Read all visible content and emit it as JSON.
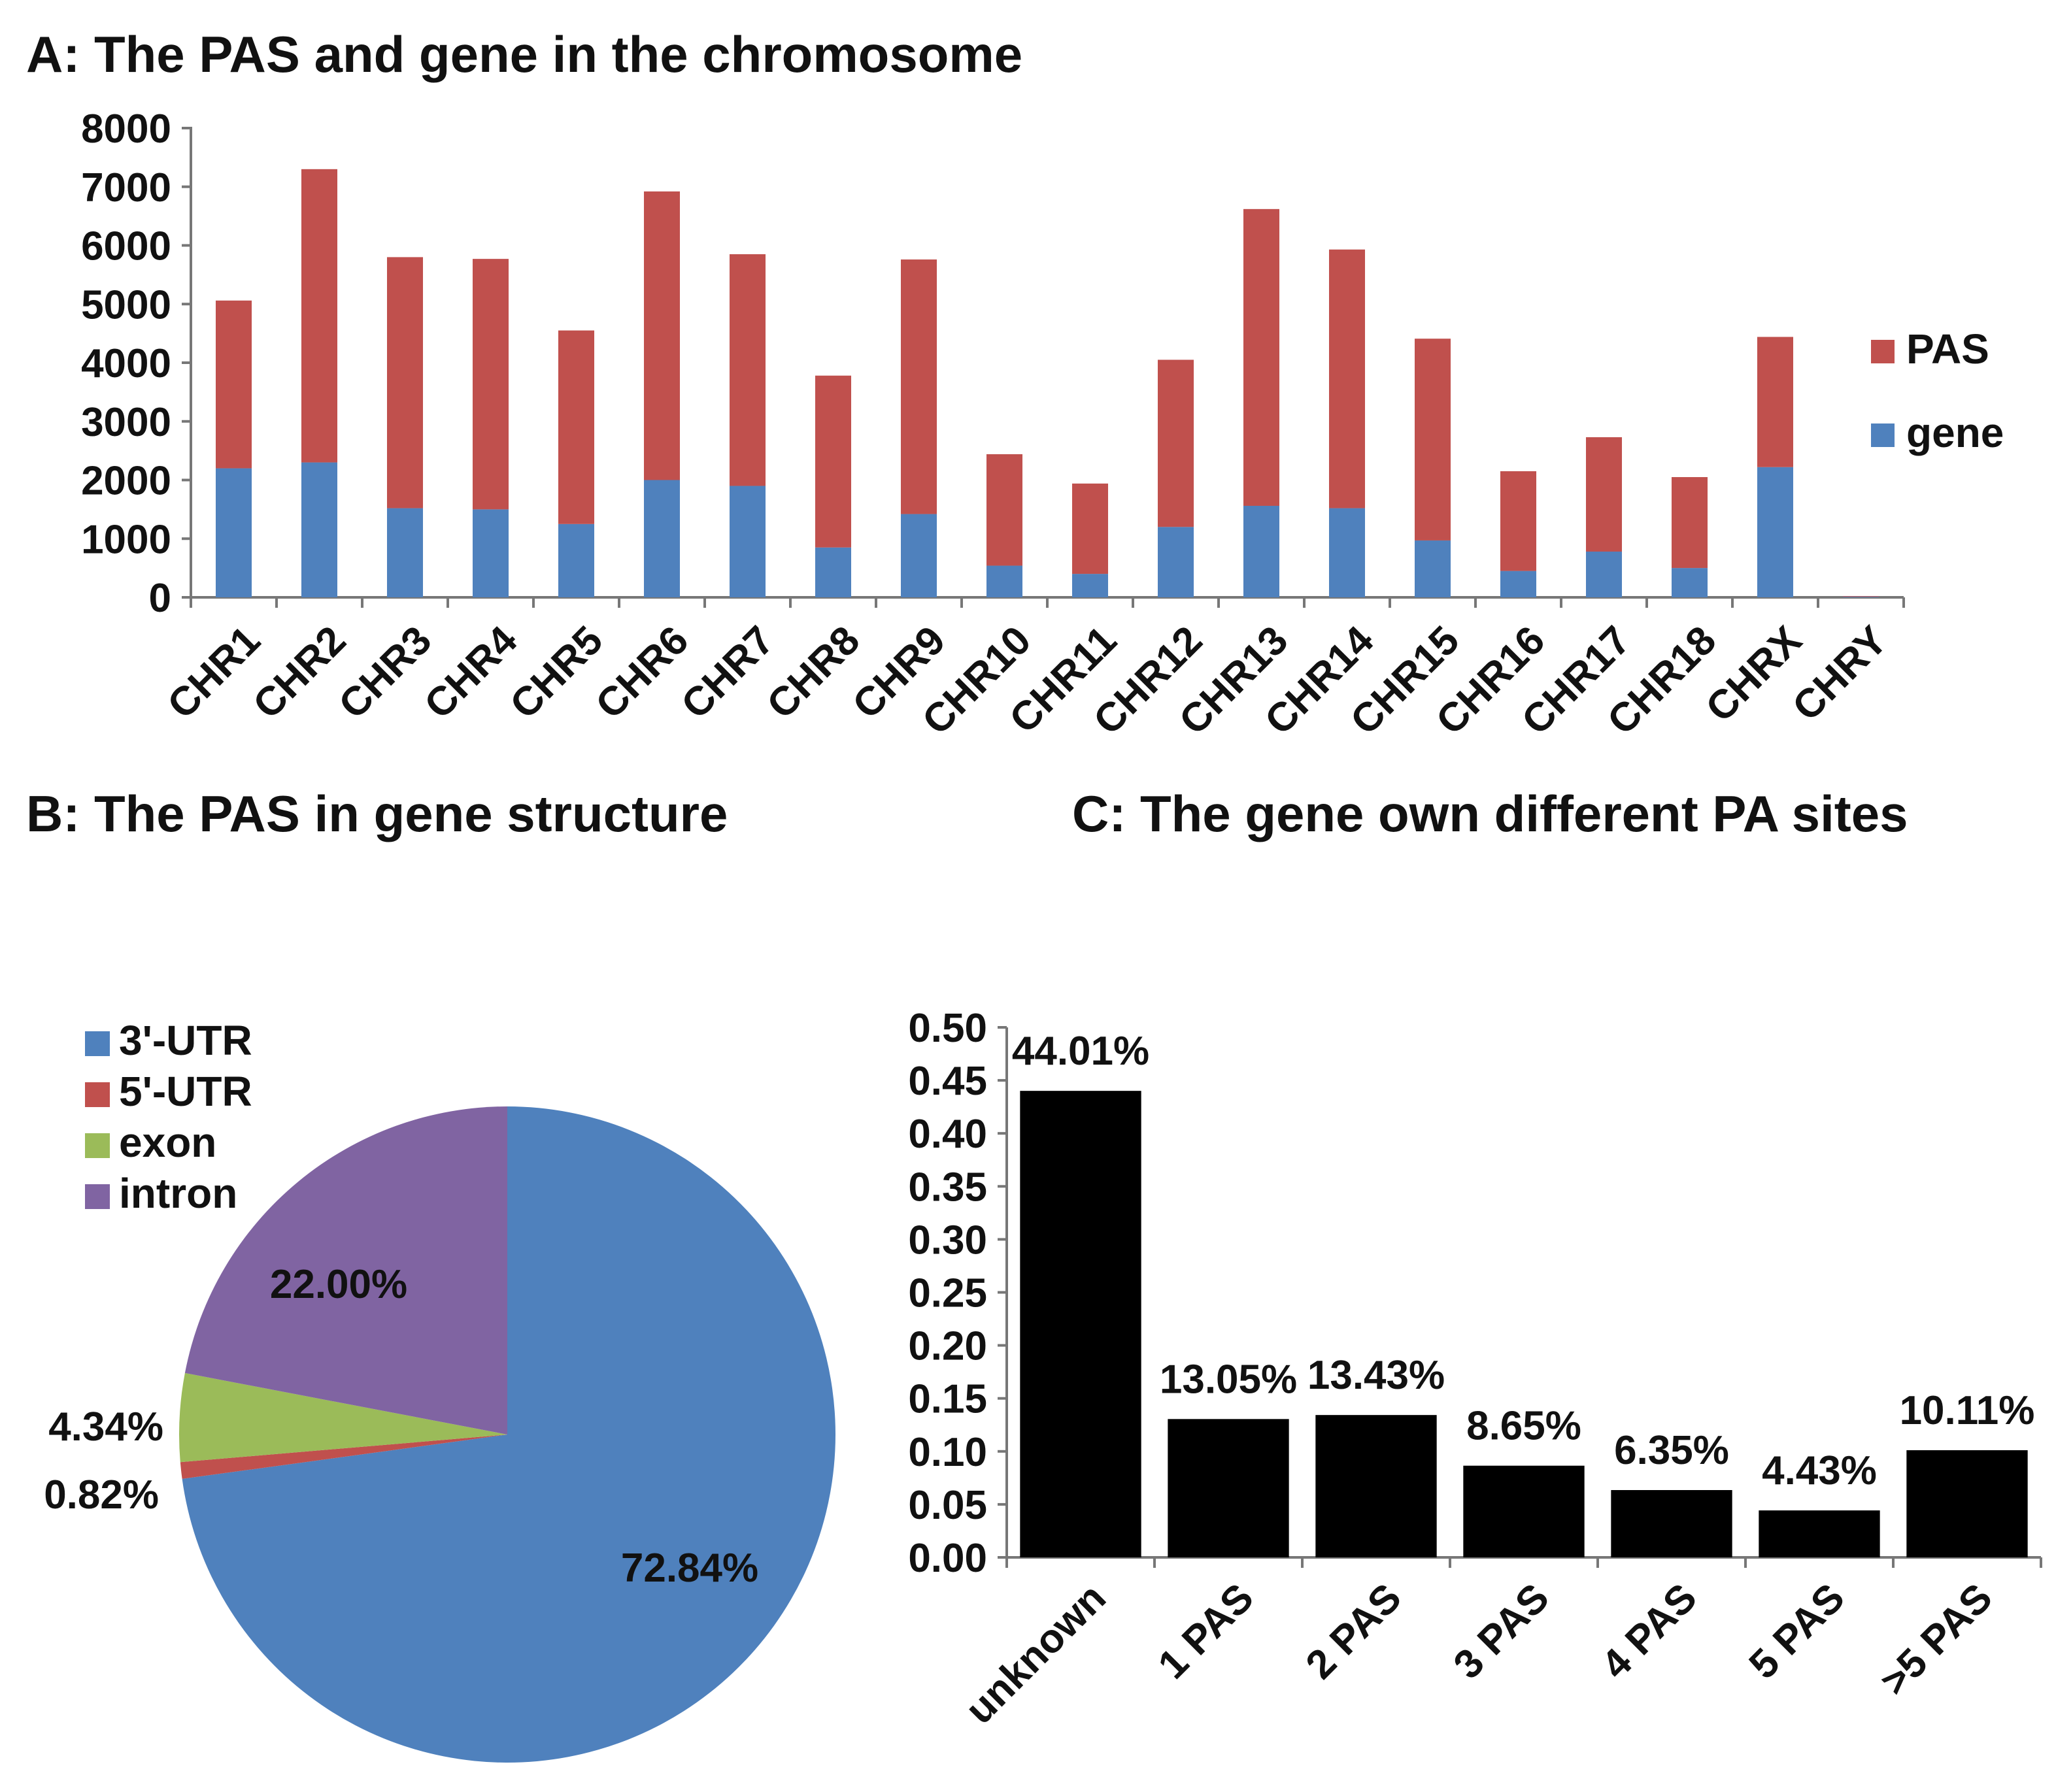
{
  "titles": {
    "a": "A: The PAS and gene in the chromosome",
    "b": "B: The PAS in gene structure",
    "c": "C: The gene own different PA sites"
  },
  "colors": {
    "pas": "#c0504d",
    "gene": "#4f81bd",
    "utr3": "#4f81bd",
    "utr5": "#c0504d",
    "exon": "#9bbb59",
    "intron": "#8064a2",
    "bar": "#000000"
  },
  "chart_data": [
    {
      "type": "bar",
      "stacked": true,
      "categories": [
        "CHR1",
        "CHR2",
        "CHR3",
        "CHR4",
        "CHR5",
        "CHR6",
        "CHR7",
        "CHR8",
        "CHR9",
        "CHR10",
        "CHR11",
        "CHR12",
        "CHR13",
        "CHR14",
        "CHR15",
        "CHR16",
        "CHR17",
        "CHR18",
        "CHRX",
        "CHRY"
      ],
      "series": [
        {
          "name": "gene",
          "values": [
            2200,
            2300,
            1520,
            1500,
            1250,
            2000,
            1900,
            850,
            1420,
            540,
            400,
            1200,
            1560,
            1520,
            970,
            450,
            780,
            500,
            2220,
            10
          ]
        },
        {
          "name": "PAS",
          "values": [
            2860,
            5000,
            4280,
            4270,
            3300,
            4920,
            3950,
            2930,
            4340,
            1900,
            1540,
            2850,
            5060,
            4410,
            3440,
            1700,
            1950,
            1550,
            2220,
            10
          ]
        }
      ],
      "yticks": [
        "0",
        "1000",
        "2000",
        "3000",
        "4000",
        "5000",
        "6000",
        "7000",
        "8000"
      ],
      "ylim": [
        0,
        8000
      ],
      "legend": [
        "PAS",
        "gene"
      ],
      "legend_position": "right"
    },
    {
      "type": "pie",
      "labels": [
        "3'-UTR",
        "5'-UTR",
        "exon",
        "intron"
      ],
      "values": [
        72.84,
        0.82,
        4.34,
        22.0
      ],
      "data_labels": [
        "72.84%",
        "0.82%",
        "4.34%",
        "22.00%"
      ],
      "legend_position": "top-left"
    },
    {
      "type": "bar",
      "categories": [
        "unknown",
        "1 PAS",
        "2 PAS",
        "3 PAS",
        "4 PAS",
        "5 PAS",
        ">5 PAS"
      ],
      "values": [
        0.4401,
        0.1305,
        0.1343,
        0.0865,
        0.0635,
        0.0443,
        0.1011
      ],
      "data_labels": [
        "44.01%",
        "13.05%",
        "13.43%",
        "8.65%",
        "6.35%",
        "4.43%",
        "10.11%"
      ],
      "yticks": [
        "0.00",
        "0.05",
        "0.10",
        "0.15",
        "0.20",
        "0.25",
        "0.30",
        "0.35",
        "0.40",
        "0.45",
        "0.50"
      ],
      "ylim": [
        0,
        0.5
      ]
    }
  ]
}
